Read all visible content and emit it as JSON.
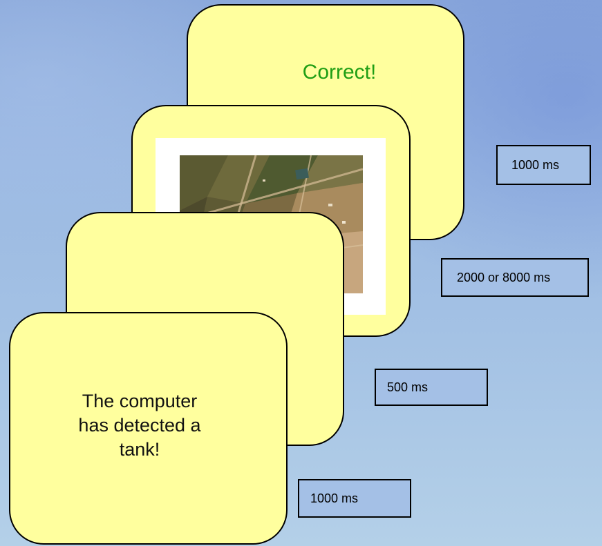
{
  "cards": {
    "feedback": {
      "text": "Correct!",
      "text_color": "#1f9e14"
    },
    "image": {
      "content": "aerial satellite photograph of fields and roads"
    },
    "blank": {},
    "message": {
      "lines": [
        "The computer",
        "has detected a",
        "tank!"
      ]
    }
  },
  "timings": {
    "feedback": "1000 ms",
    "image": "2000 or 8000 ms",
    "blank": "500 ms",
    "message": "1000 ms"
  },
  "colors": {
    "card_fill": "#ffff9e",
    "background": "#9bb9e2",
    "outline": "#000000"
  }
}
